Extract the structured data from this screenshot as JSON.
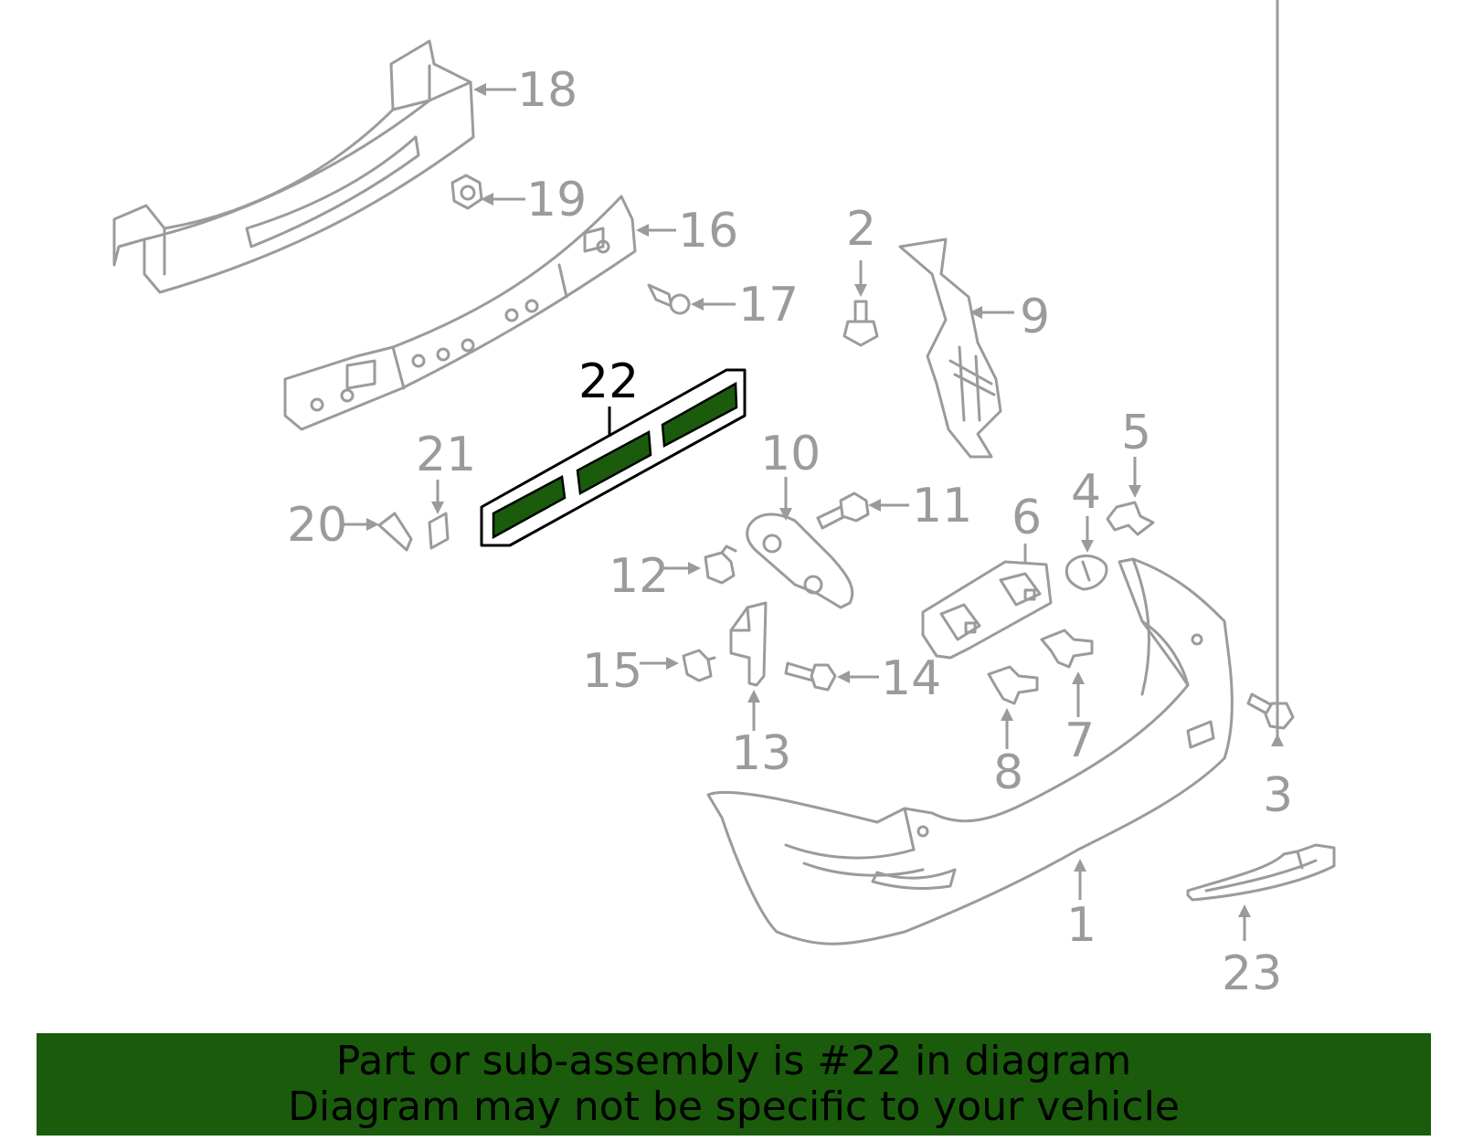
{
  "diagram": {
    "callouts": {
      "c1": "1",
      "c2": "2",
      "c3": "3",
      "c4": "4",
      "c5": "5",
      "c6": "6",
      "c7": "7",
      "c8": "8",
      "c9": "9",
      "c10": "10",
      "c11": "11",
      "c12": "12",
      "c13": "13",
      "c14": "14",
      "c15": "15",
      "c16": "16",
      "c17": "17",
      "c18": "18",
      "c19": "19",
      "c20": "20",
      "c21": "21",
      "c22": "22",
      "c23": "23"
    },
    "highlighted_part": "22",
    "highlight_color": "#1a5c0c",
    "line_color": "#9b9b9b"
  },
  "banner": {
    "line1": "Part or sub-assembly is #22 in diagram",
    "line2": "Diagram may not be specific to your vehicle",
    "background": "#1a5c0c"
  }
}
